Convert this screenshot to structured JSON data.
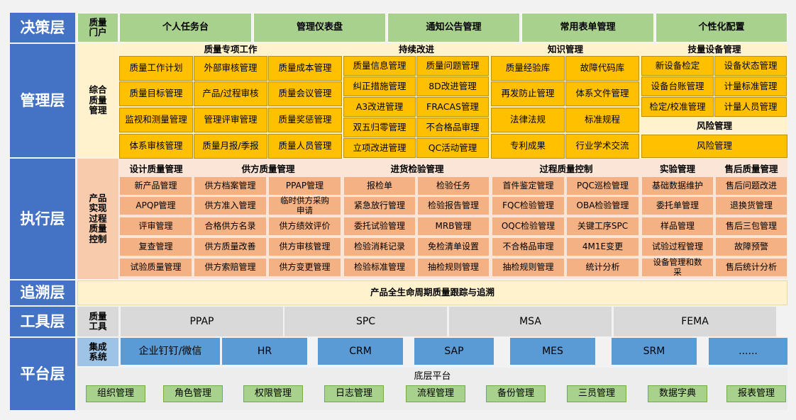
{
  "layers": {
    "decision": "决策层",
    "management": "管理层",
    "execution": "执行层",
    "trace": "追溯层",
    "tool": "工具层",
    "platform": "平台层"
  },
  "decision": {
    "sub": "质量\n门户",
    "items": [
      "个人任务台",
      "管理仪表盘",
      "通知公告管理",
      "常用表单管理",
      "个性化配置"
    ]
  },
  "management": {
    "sub": "综合\n质量\n管理",
    "groups": [
      {
        "title": "质量专项工作",
        "items": [
          "质量工作计划",
          "外部审核管理",
          "质量成本管理",
          "质量目标管理",
          "产品/过程审核",
          "质量会议管理",
          "监视和测量管理",
          "管理评审管理",
          "质量奖惩管理",
          "体系审核管理",
          "质量月报/季报",
          "质量人员管理"
        ]
      },
      {
        "title": "持续改进",
        "items": [
          "质量信息管理",
          "质量问题管理",
          "纠正措施管理",
          "8D改进管理",
          "A3改进管理",
          "FRACAS管理",
          "双五归零管理",
          "不合格品审理",
          "立项改进管理",
          "QC活动管理"
        ]
      },
      {
        "title": "知识管理",
        "items": [
          "质量经验库",
          "故障代码库",
          "再发防止管理",
          "体系文件管理",
          "法律法规",
          "标准规程",
          "专利成果",
          "行业学术交流"
        ]
      },
      {
        "title": "技量设备管理",
        "items": [
          "新设备检定",
          "设备状态管理",
          "设备台账管理",
          "计量标准管理",
          "检定/校准管理",
          "计量人员管理"
        ]
      },
      {
        "title": "风险管理",
        "items": [
          "风险管理"
        ]
      }
    ]
  },
  "execution": {
    "sub": "产品\n实现\n过程\n质量\n控制",
    "groups": [
      {
        "title": "设计质量管理",
        "items": [
          "新产品管理",
          "APQP管理",
          "评审管理",
          "复查管理",
          "试验质量管理"
        ]
      },
      {
        "title": "供方质量管理",
        "items": [
          "供方档案管理",
          "PPAP管理",
          "供方准入管理",
          "临时供方采购\n申请",
          "合格供方名录",
          "供方绩效评价",
          "供方质量改善",
          "供方审核管理",
          "供方索赔管理",
          "供方变更管理"
        ]
      },
      {
        "title": "进货检验管理",
        "items": [
          "报检单",
          "检验任务",
          "紧急放行管理",
          "检验报告管理",
          "委托试验管理",
          "MRB管理",
          "检验消耗记录",
          "免检清单设置",
          "检验标准管理",
          "抽检规则管理"
        ]
      },
      {
        "title": "过程质量控制",
        "items": [
          "首件鉴定管理",
          "PQC巡检管理",
          "FQC检验管理",
          "OBA检验管理",
          "OQC检验管理",
          "关键工序SPC",
          "不合格品审理",
          "4M1E变更",
          "抽检规则管理",
          "统计分析"
        ]
      },
      {
        "title": "实验管理",
        "items": [
          "基础数据维护",
          "委托单管理",
          "样品管理",
          "试验过程管理",
          "设备管理和数\n采"
        ]
      },
      {
        "title": "售后质量管理",
        "items": [
          "售后问题改进",
          "退换货管理",
          "售后三包管理",
          "故障预警",
          "售后统计分析"
        ]
      }
    ]
  },
  "trace": {
    "text": "产品全生命周期质量跟踪与追溯"
  },
  "tool": {
    "sub": "质量\n工具",
    "items": [
      "PPAP",
      "SPC",
      "MSA",
      "FEMA"
    ]
  },
  "platform": {
    "sub": "集成\n系统",
    "systems": [
      "企业钉钉/微信",
      "HR",
      "CRM",
      "SAP",
      "MES",
      "SRM",
      "......"
    ],
    "base_title": "底层平台",
    "base_items": [
      "组织管理",
      "角色管理",
      "权限管理",
      "日志管理",
      "流程管理",
      "备份管理",
      "三员管理",
      "数据字典",
      "报表管理"
    ]
  }
}
